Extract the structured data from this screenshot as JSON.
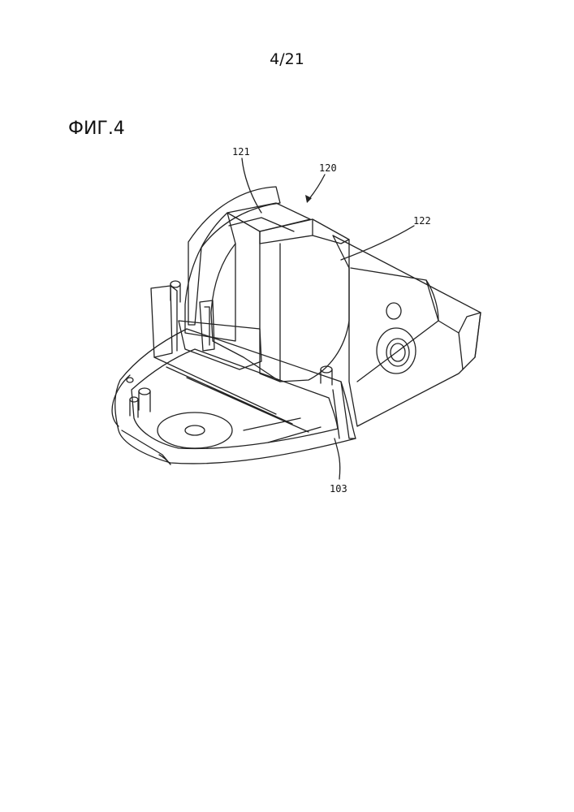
{
  "header": {
    "page_number": "4/21"
  },
  "figure": {
    "title": "ФИГ.4",
    "labels": {
      "l121": "121",
      "l120": "120",
      "l122": "122",
      "l103": "103"
    }
  }
}
